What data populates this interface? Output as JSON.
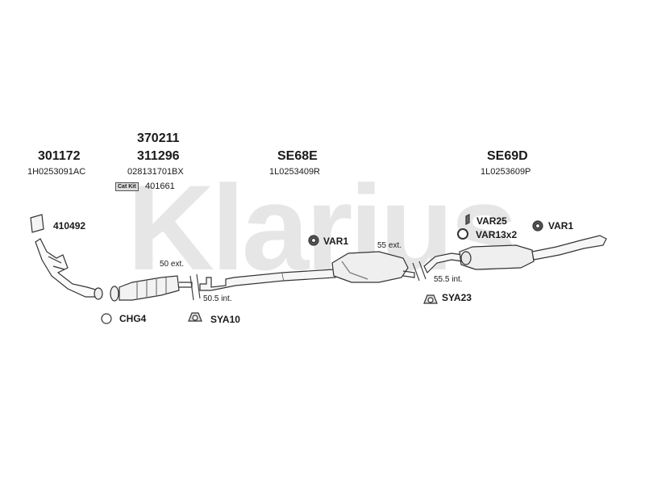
{
  "watermark": "Klarius",
  "parts": {
    "manifold": {
      "number": "301172",
      "oe": "1H0253091AC"
    },
    "catalyst": {
      "number_top": "370211",
      "number": "311296",
      "oe": "028131701BX"
    },
    "cat_kit": {
      "badge": "Cat Kit",
      "number": "401661"
    },
    "centre_box": {
      "number": "SE68E",
      "oe": "1L0253409R"
    },
    "rear_box": {
      "number": "SE69D",
      "oe": "1L0253609P"
    }
  },
  "fittings": {
    "gasket": "410492",
    "var1_centre": "VAR1",
    "var25": "VAR25",
    "var1_rear": "VAR1",
    "var13": "VAR13x2",
    "chg4": "CHG4",
    "sya10": "SYA10",
    "sya23": "SYA23"
  },
  "dimensions": {
    "d50_ext": "50 ext.",
    "d50_5_int": "50.5 int.",
    "d55_ext": "55 ext.",
    "d55_5_int": "55.5 int."
  }
}
